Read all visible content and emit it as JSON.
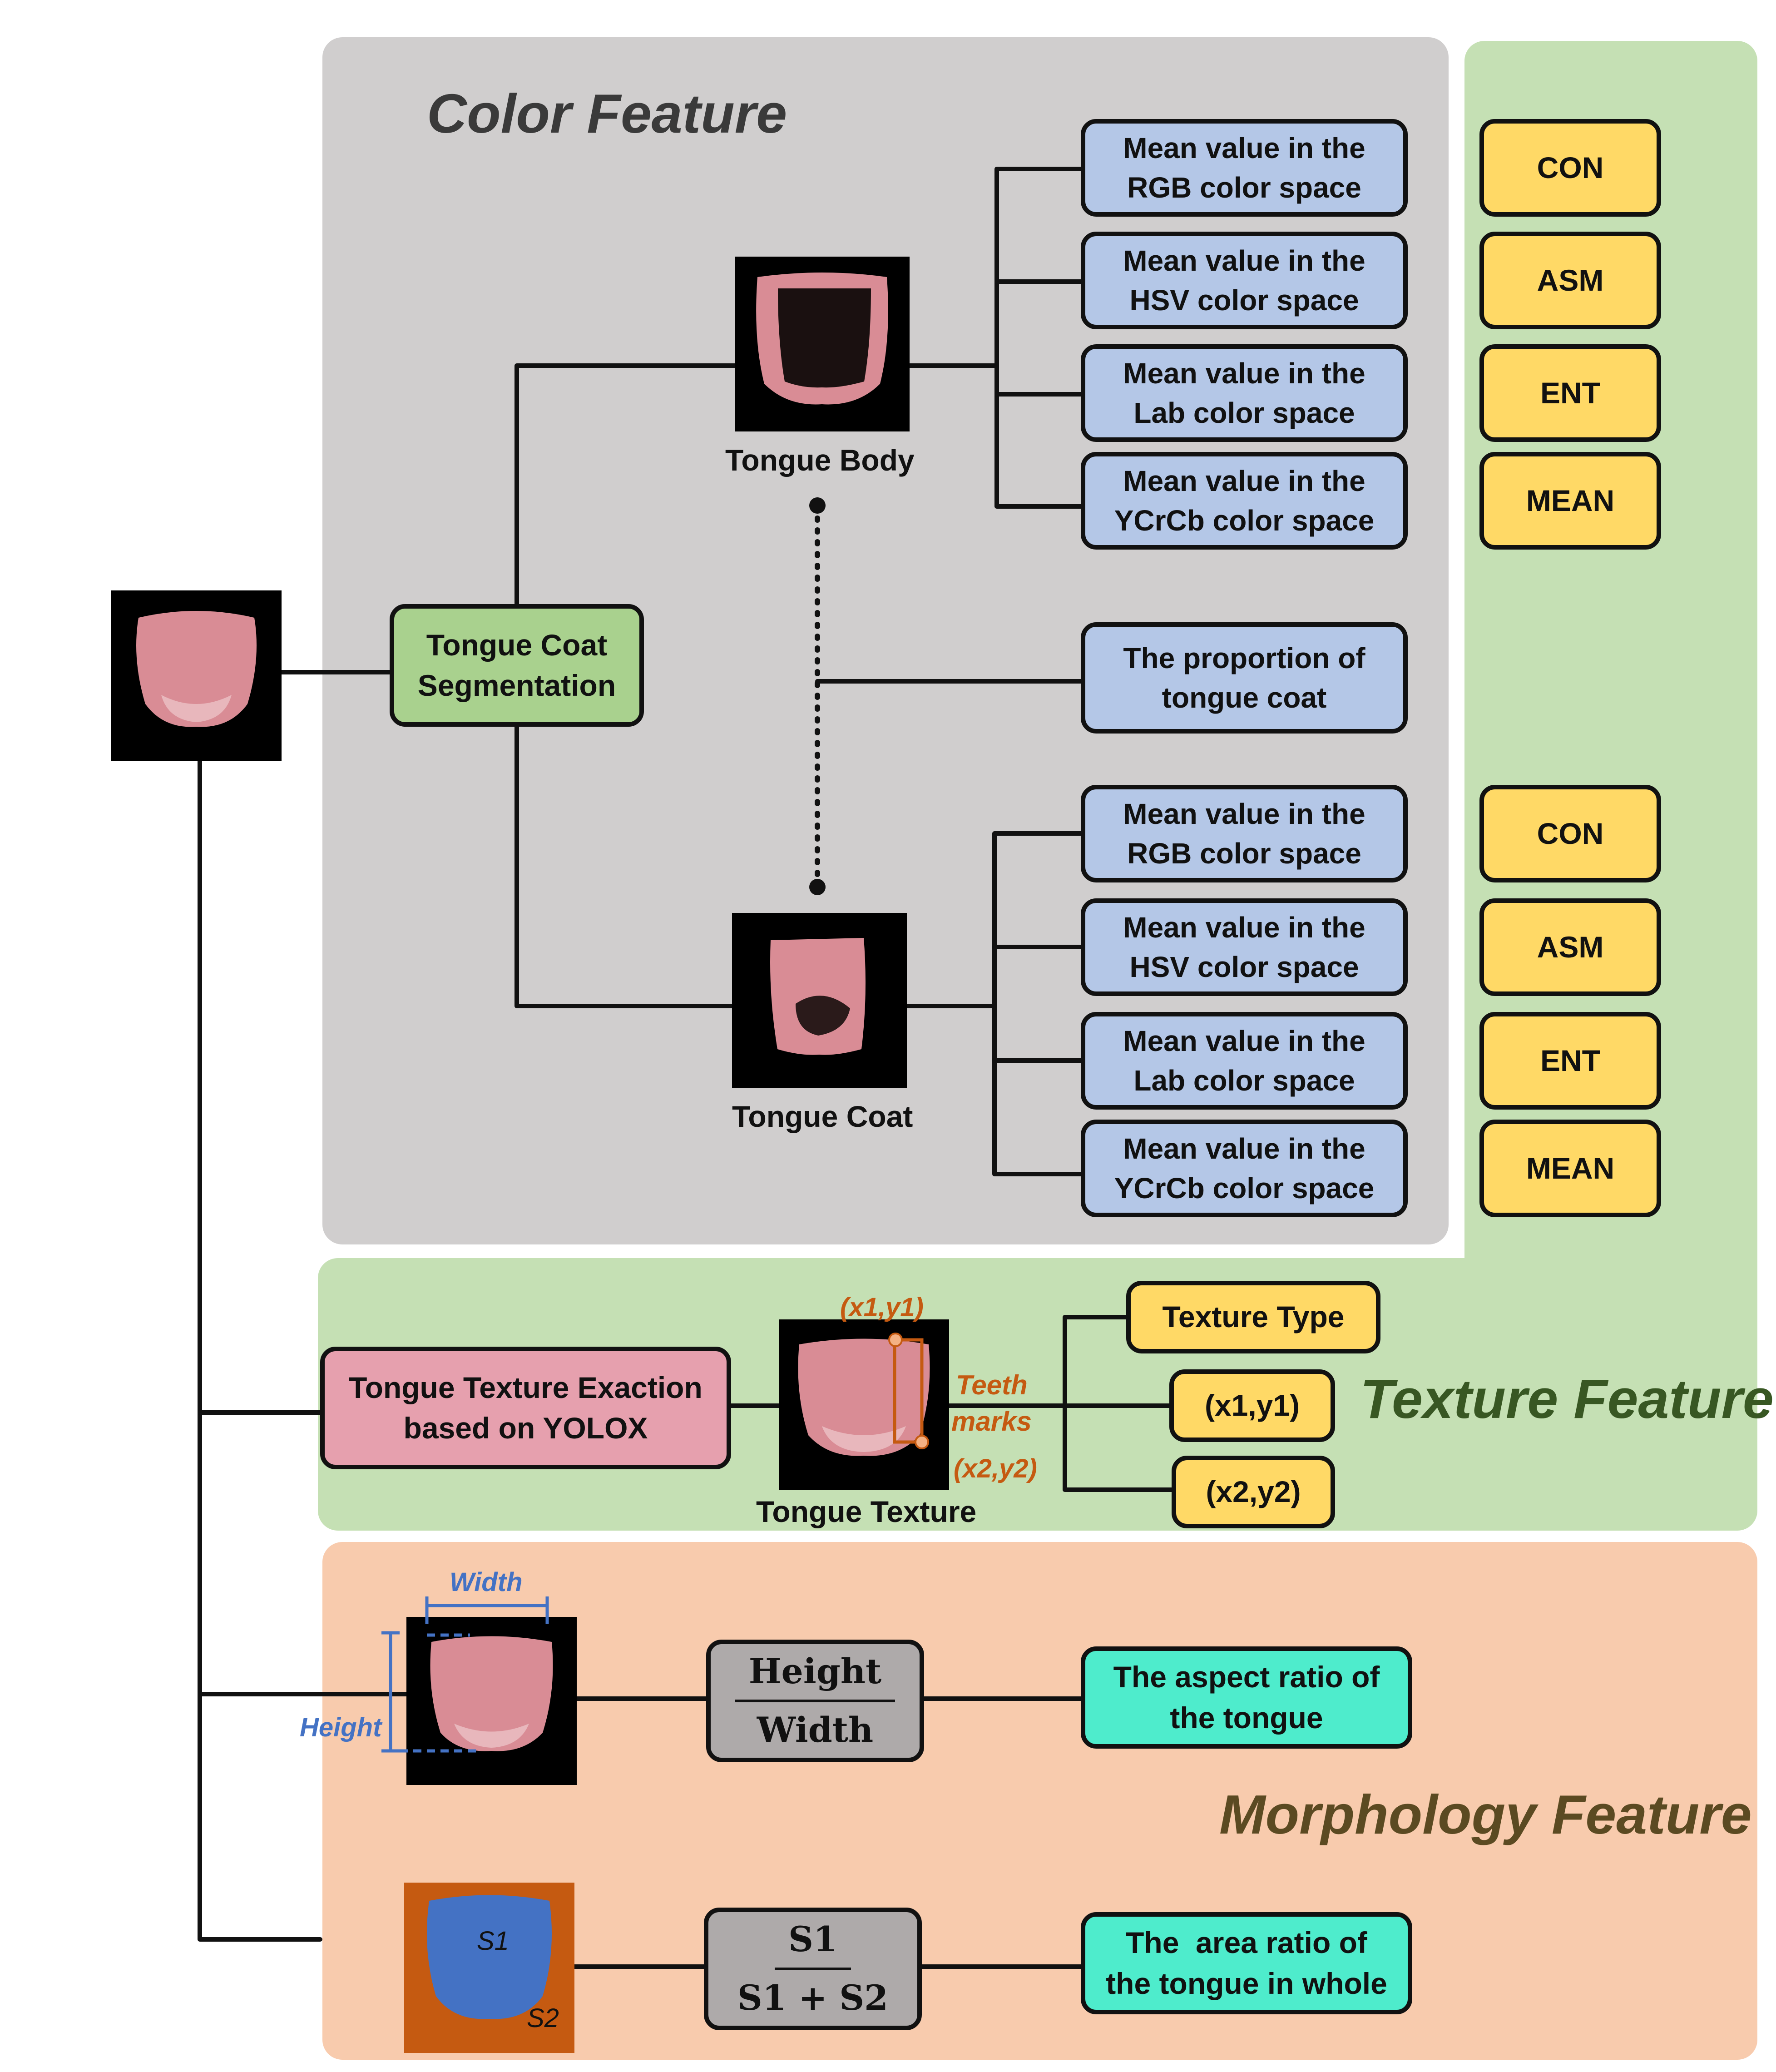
{
  "color_feature": {
    "title": "Color Feature",
    "segmentation_label": [
      "Tongue Coat",
      "Segmentation"
    ],
    "tongue_body_caption": "Tongue Body",
    "tongue_coat_caption": "Tongue Coat",
    "proportion_label": [
      "The proportion of",
      "tongue coat"
    ],
    "body_features": [
      [
        "Mean value in the",
        "RGB color space"
      ],
      [
        "Mean value in the",
        "HSV color space"
      ],
      [
        "Mean value in the",
        "Lab color space"
      ],
      [
        "Mean value in the",
        "YCrCb color space"
      ]
    ],
    "coat_features": [
      [
        "Mean value in the",
        "RGB color space"
      ],
      [
        "Mean value in the",
        "HSV color space"
      ],
      [
        "Mean value in the",
        "Lab color space"
      ],
      [
        "Mean value in the",
        "YCrCb color space"
      ]
    ],
    "body_texture_stats": [
      "CON",
      "ASM",
      "ENT",
      "MEAN"
    ],
    "coat_texture_stats": [
      "CON",
      "ASM",
      "ENT",
      "MEAN"
    ]
  },
  "texture_feature": {
    "title": "Texture Feature",
    "extraction_label": [
      "Tongue Texture Exaction",
      "based on YOLOX"
    ],
    "image_caption": "Tongue Texture",
    "coord_top": "(x1,y1)",
    "coord_bottom": "(x2,y2)",
    "teeth_marks": [
      "Teeth",
      "marks"
    ],
    "outputs": [
      "Texture Type",
      "(x1,y1)",
      "(x2,y2)"
    ]
  },
  "morphology_feature": {
    "title": "Morphology Feature",
    "width_label": "Width",
    "height_label": "Height",
    "ratio_fraction": {
      "numerator": "Height",
      "denominator": "Width"
    },
    "aspect_label": [
      "The aspect ratio of",
      "the tongue"
    ],
    "s1_label": "S1",
    "s2_label": "S2",
    "area_fraction": {
      "numerator": "S1",
      "denominator": "S1 + S2"
    },
    "area_label": [
      "The  area ratio of",
      "the tongue in whole"
    ]
  },
  "colors": {
    "color_panel": "#d0cece",
    "texture_panel": "#c5e0b4",
    "morphology_panel": "#f8cbad",
    "color_title": "#3a3a3a",
    "texture_title": "#385723",
    "morphology_title": "#5b4a22",
    "orange_annotation": "#c55a11",
    "blue_annotation": "#4472c4"
  }
}
